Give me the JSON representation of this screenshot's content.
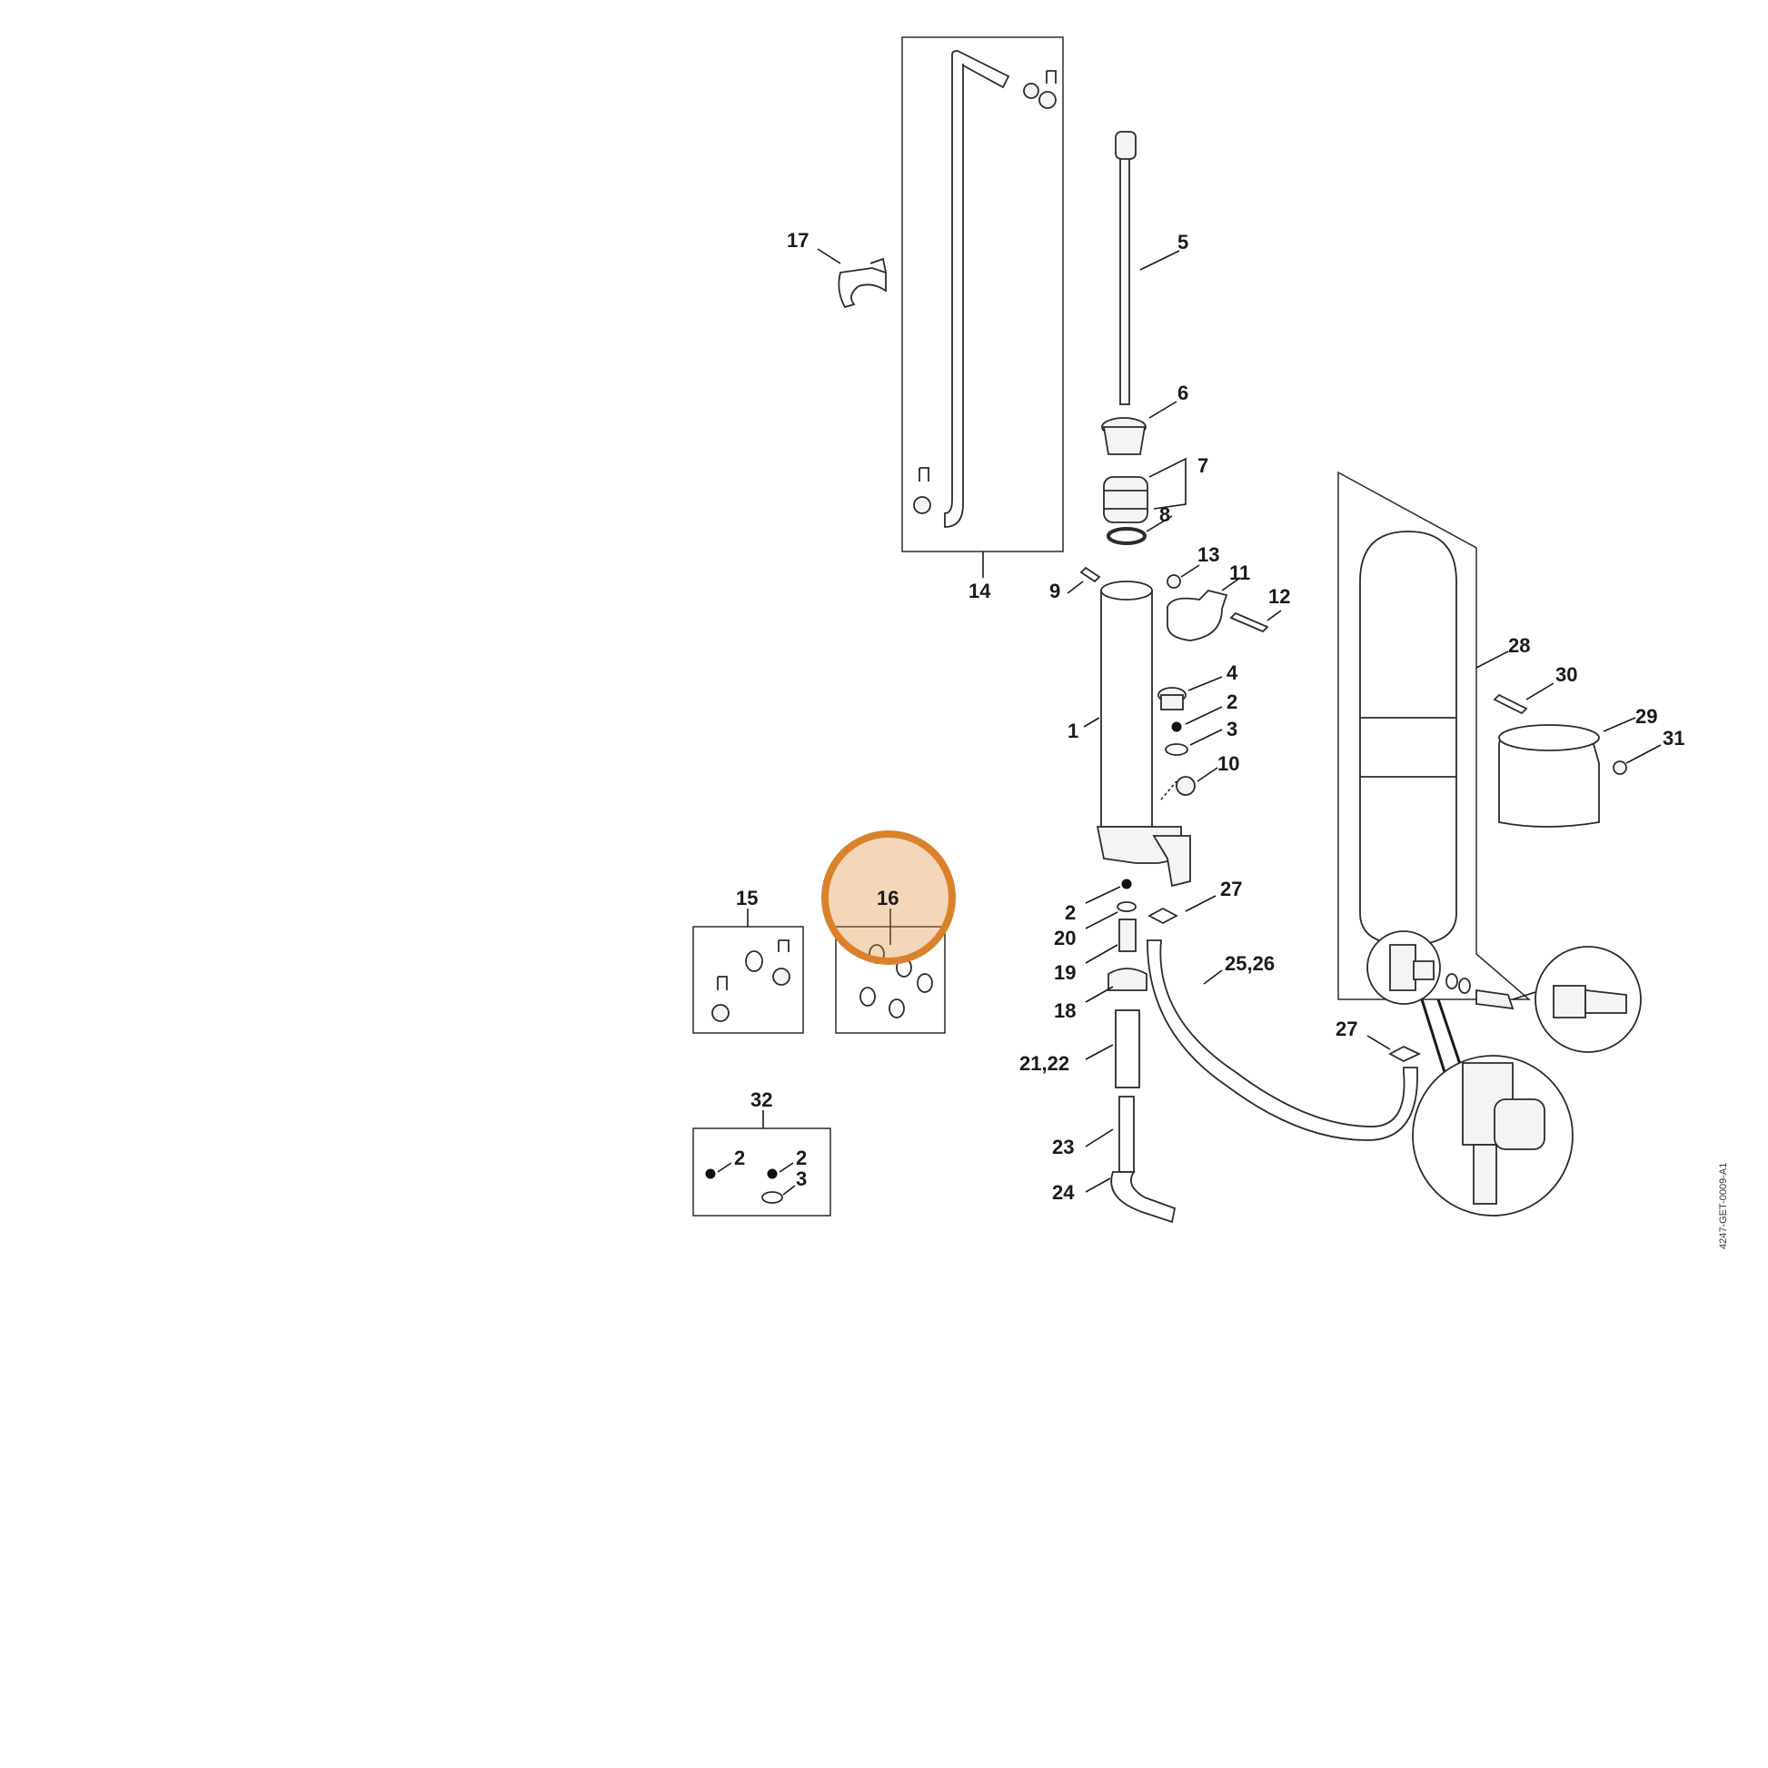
{
  "diagram": {
    "document_code": "4247-GET-0009-A1",
    "highlight_color": "#e08a35",
    "callouts": [
      {
        "key": "c17",
        "text": "17"
      },
      {
        "key": "c5",
        "text": "5"
      },
      {
        "key": "c6",
        "text": "6"
      },
      {
        "key": "c7",
        "text": "7"
      },
      {
        "key": "c8",
        "text": "8"
      },
      {
        "key": "c14",
        "text": "14"
      },
      {
        "key": "c9",
        "text": "9"
      },
      {
        "key": "c13",
        "text": "13"
      },
      {
        "key": "c11",
        "text": "11"
      },
      {
        "key": "c12",
        "text": "12"
      },
      {
        "key": "c28",
        "text": "28"
      },
      {
        "key": "c30",
        "text": "30"
      },
      {
        "key": "c29",
        "text": "29"
      },
      {
        "key": "c31",
        "text": "31"
      },
      {
        "key": "c4",
        "text": "4"
      },
      {
        "key": "c2a",
        "text": "2"
      },
      {
        "key": "c3a",
        "text": "3"
      },
      {
        "key": "c1",
        "text": "1"
      },
      {
        "key": "c10",
        "text": "10"
      },
      {
        "key": "c15",
        "text": "15"
      },
      {
        "key": "c16",
        "text": "16"
      },
      {
        "key": "c2b",
        "text": "2"
      },
      {
        "key": "c27a",
        "text": "27"
      },
      {
        "key": "c20",
        "text": "20"
      },
      {
        "key": "c19",
        "text": "19"
      },
      {
        "key": "c2526",
        "text": "25,26"
      },
      {
        "key": "c18",
        "text": "18"
      },
      {
        "key": "c27b",
        "text": "27"
      },
      {
        "key": "c2122",
        "text": "21,22"
      },
      {
        "key": "c32",
        "text": "32"
      },
      {
        "key": "c2c",
        "text": "2"
      },
      {
        "key": "c2d",
        "text": "2"
      },
      {
        "key": "c3b",
        "text": "3"
      },
      {
        "key": "c23",
        "text": "23"
      },
      {
        "key": "c24",
        "text": "24"
      }
    ]
  }
}
